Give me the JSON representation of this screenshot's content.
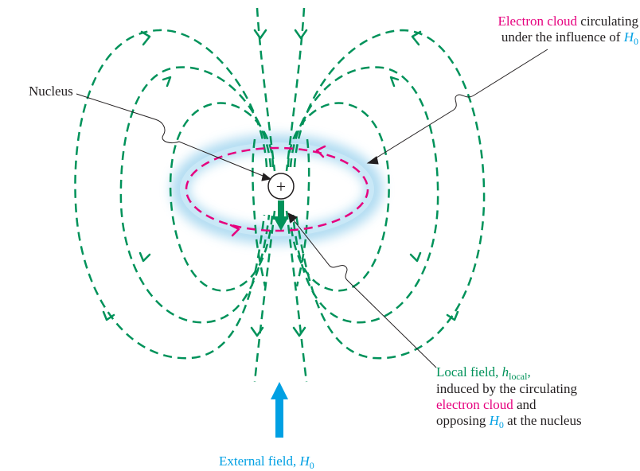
{
  "labels": {
    "nucleus": "Nucleus",
    "cloud_line1_a": "Electron cloud",
    "cloud_line1_b": " circulating",
    "cloud_line2": "under the influence of ",
    "local_line1": "Local field, ",
    "local_line2": "induced by the circulating",
    "local_line3_a": "electron cloud",
    "local_line3_b": " and",
    "local_line4_a": "opposing ",
    "local_line4_b": " at the nucleus",
    "external": "External field, ",
    "h_symbol": "H",
    "h0_sub": "0",
    "hlocal_symbol": "h",
    "hlocal_sub": "local",
    "hlocal_comma": ",",
    "nucleus_charge": "+"
  },
  "colors": {
    "field_lines": "#00925a",
    "electron_cloud": "#e6007e",
    "cloud_glow": "#a8d8f0",
    "external_field": "#00a0e3",
    "text": "#231f20"
  },
  "icons": {
    "nucleus": "plus-circle-icon",
    "external_field_arrow": "arrow-up-icon",
    "local_field_arrow": "arrow-down-icon"
  }
}
